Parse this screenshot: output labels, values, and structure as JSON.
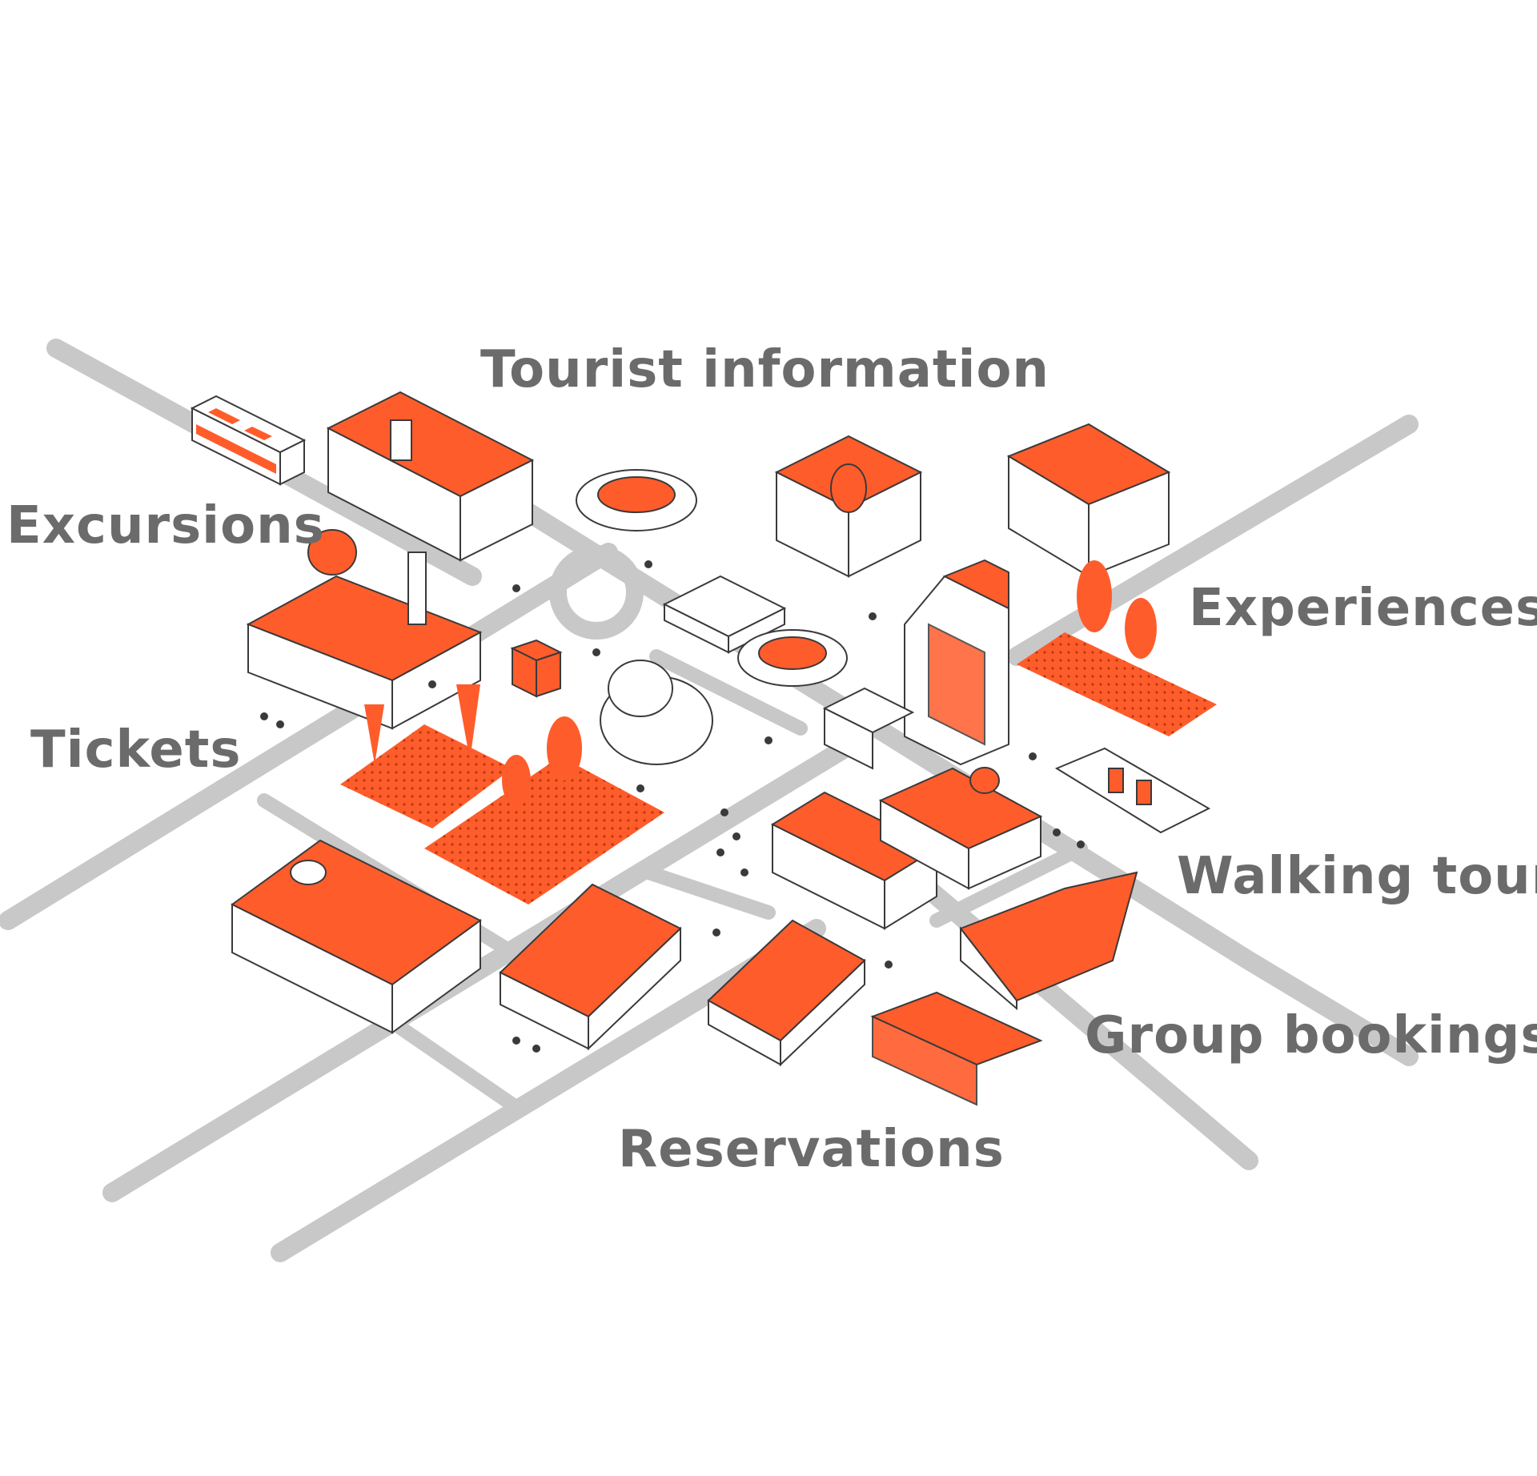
{
  "colors": {
    "accent": "#ff5c2b",
    "road": "#c8c8c8",
    "label": "#6b6b6b",
    "outline": "#3a3a3a"
  },
  "labels": {
    "tourist_information": "Tourist information",
    "excursions": "Excursions",
    "experiences": "Experiences",
    "tickets": "Tickets",
    "walking_tours": "Walking tours",
    "group_bookings": "Group bookings",
    "reservations": "Reservations"
  }
}
